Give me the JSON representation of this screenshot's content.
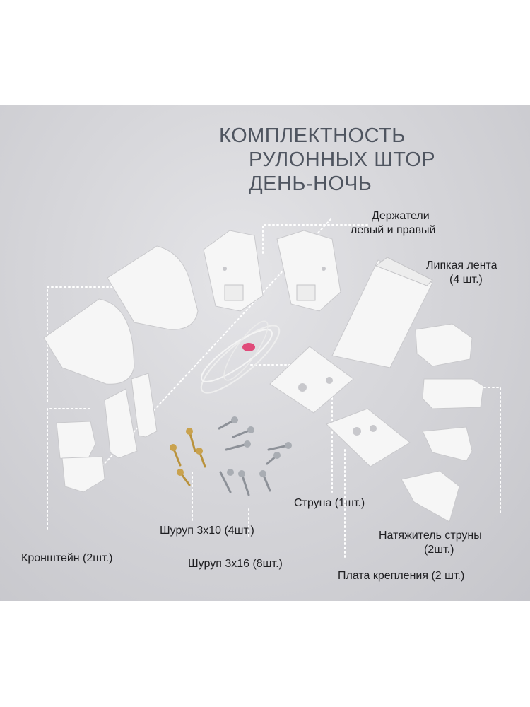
{
  "title": {
    "line1": "КОМПЛЕКТНОСТЬ",
    "line2": "РУЛОННЫХ ШТОР",
    "line3": "ДЕНЬ-НОЧЬ"
  },
  "labels": {
    "holders_line1": "Держатели",
    "holders_line2": "левый и правый",
    "tape_line1": "Липкая лента",
    "tape_line2": "(4 шт.)",
    "cord": "Струна (1шт.)",
    "tensioner_line1": "Натяжитель струны",
    "tensioner_line2": "(2шт.)",
    "plate": "Плата крепления (2 шт.)",
    "screw_3x10": "Шуруп 3х10 (4шт.)",
    "screw_3x16": "Шуруп 3х16 (8шт.)",
    "bracket": "Кронштейн (2шт.)"
  },
  "colors": {
    "background": "#d6d6da",
    "title": "#4f5560",
    "label": "#1f1f22",
    "leader_lines": "#ffffff",
    "parts": "#f6f6f6"
  }
}
